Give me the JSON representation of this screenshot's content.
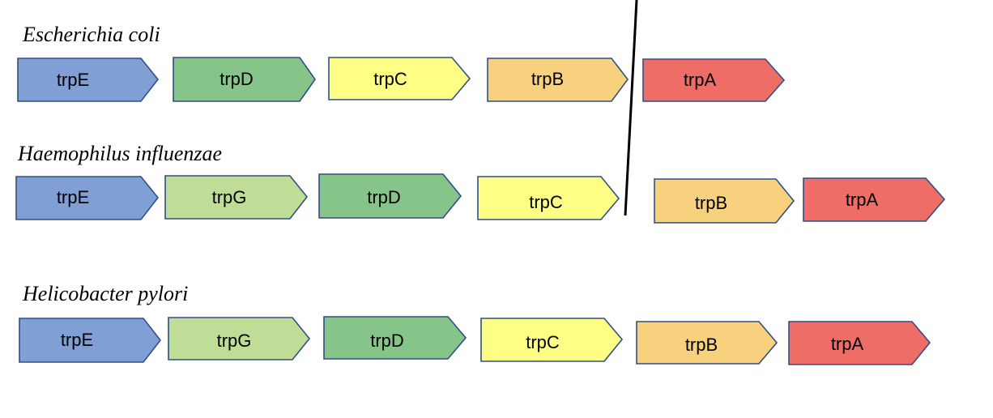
{
  "colors": {
    "trpE": "#7f9fd5",
    "trpG": "#c0dd98",
    "trpD": "#86c489",
    "trpC": "#fefe85",
    "trpB": "#f8d17e",
    "trpA": "#ee6e67",
    "outline": "#2f4f86"
  },
  "organisms": [
    {
      "name": "Escherichia coli",
      "genes": [
        "trpE",
        "trpD",
        "trpC",
        "trpB",
        "trpA"
      ],
      "break_after": null
    },
    {
      "name": "Haemophilus influenzae",
      "genes": [
        "trpE",
        "trpG",
        "trpD",
        "trpC",
        "trpB",
        "trpA"
      ],
      "break_after": "trpC"
    },
    {
      "name": "Helicobacter pylori",
      "genes": [
        "trpE",
        "trpG",
        "trpD",
        "trpC",
        "trpB",
        "trpA"
      ],
      "break_after": null
    }
  ]
}
